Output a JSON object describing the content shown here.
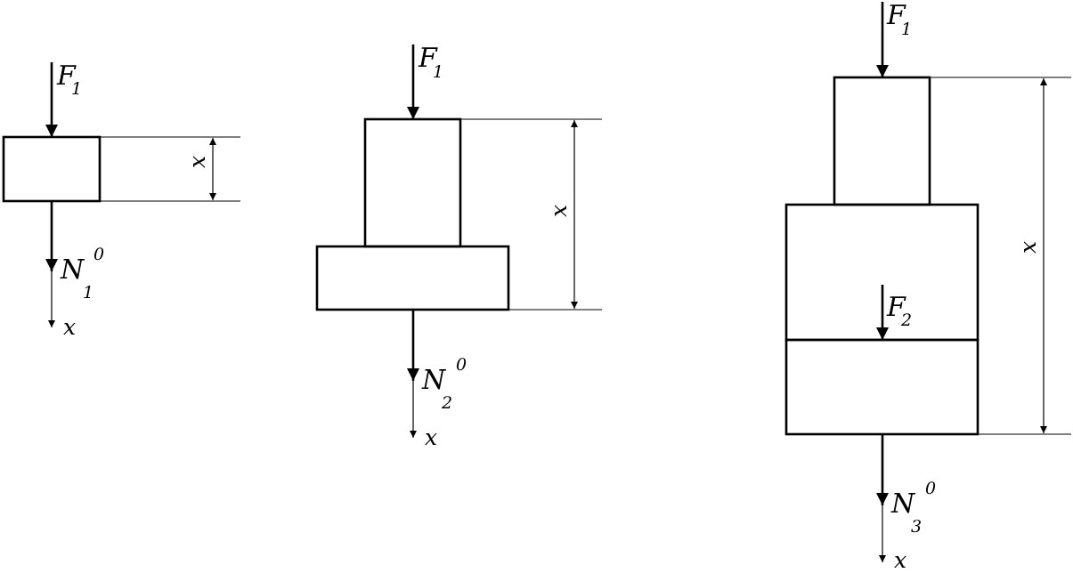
{
  "labels": {
    "force_f1": "F",
    "force_f1_sub": "1",
    "force_f2": "F",
    "force_f2_sub": "2",
    "axial_n": "N",
    "axial_n_sup": "0",
    "n1_sub": "1",
    "n2_sub": "2",
    "n3_sub": "3",
    "axis_x": "x",
    "dim_x": "x"
  }
}
